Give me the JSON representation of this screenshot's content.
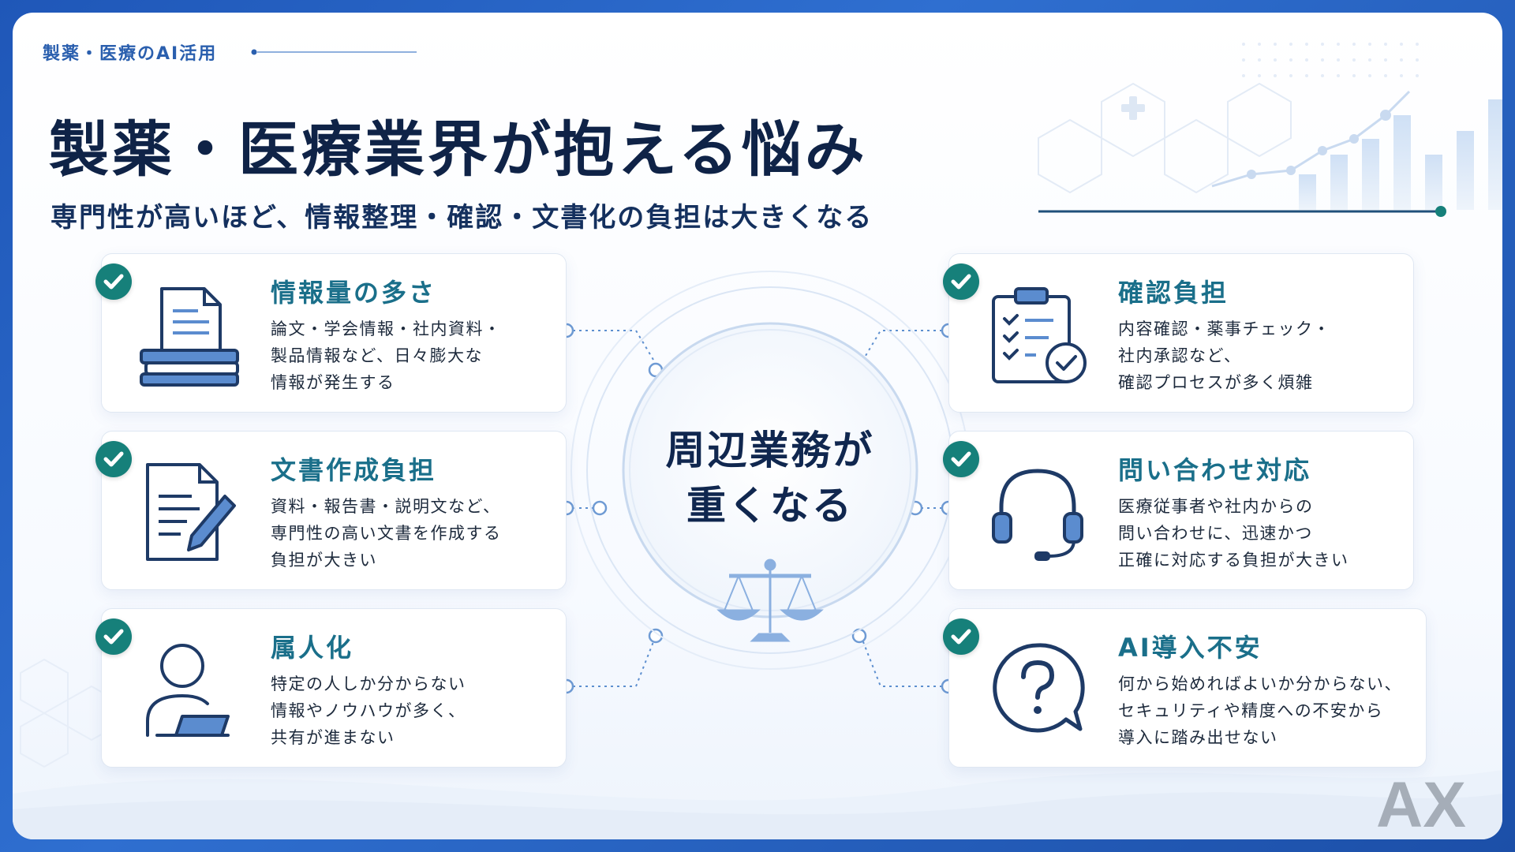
{
  "header": {
    "eyebrow": "製薬・医療のAI活用",
    "title": "製薬・医療業界が抱える悩み",
    "subtitle": "専門性が高いほど、情報整理・確認・文書化の負担は大きくなる"
  },
  "center": {
    "line1": "周辺業務が",
    "line2": "重くなる",
    "icon": "scale-icon"
  },
  "cards": [
    {
      "title": "情報量の多さ",
      "lines": [
        "論文・学会情報・社内資料・",
        "製品情報など、日々膨大な",
        "情報が発生する"
      ],
      "icon": "books-icon"
    },
    {
      "title": "文書作成負担",
      "lines": [
        "資料・報告書・説明文など、",
        "専門性の高い文書を作成する",
        "負担が大きい"
      ],
      "icon": "document-pen-icon"
    },
    {
      "title": "属人化",
      "lines": [
        "特定の人しか分からない",
        "情報やノウハウが多く、",
        "共有が進まない"
      ],
      "icon": "person-laptop-icon"
    },
    {
      "title": "確認負担",
      "lines": [
        "内容確認・薬事チェック・",
        "社内承認など、",
        "確認プロセスが多く煩雑"
      ],
      "icon": "clipboard-check-icon"
    },
    {
      "title": "問い合わせ対応",
      "lines": [
        "医療従事者や社内からの",
        "問い合わせに、迅速かつ",
        "正確に対応する負担が大きい"
      ],
      "icon": "headset-icon"
    },
    {
      "title": "AI導入不安",
      "lines": [
        "何から始めればよいか分からない、",
        "セキュリティや精度への不安から",
        "導入に踏み出せない"
      ],
      "icon": "question-bubble-icon"
    }
  ],
  "logo": {
    "text": "AX"
  },
  "colors": {
    "navy": "#0f2347",
    "teal": "#16807a",
    "accent": "#2a5fae",
    "title_teal": "#1a6f8a"
  }
}
